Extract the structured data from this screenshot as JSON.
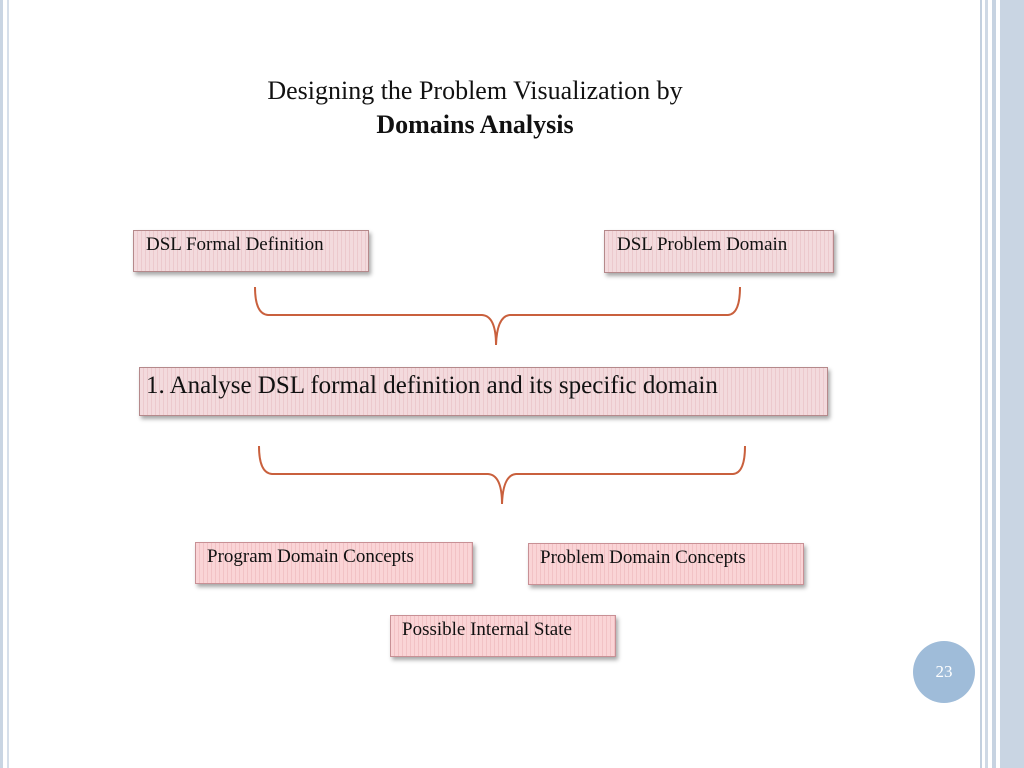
{
  "slide": {
    "title_line1": "Designing the Problem Visualization by",
    "title_line2": "Domains Analysis",
    "page_number": "23"
  },
  "boxes": {
    "formal_definition": "DSL Formal Definition",
    "problem_domain": "DSL Problem Domain",
    "analyse_step": "1. Analyse DSL formal definition and its specific domain",
    "program_concepts": "Program Domain Concepts",
    "problem_concepts": "Problem Domain Concepts",
    "internal_state": "Possible Internal State"
  },
  "colors": {
    "box_fill": "#f3dadd",
    "box_border": "#b5898b",
    "brace": "#c9603d",
    "badge": "#9fbcd9"
  }
}
